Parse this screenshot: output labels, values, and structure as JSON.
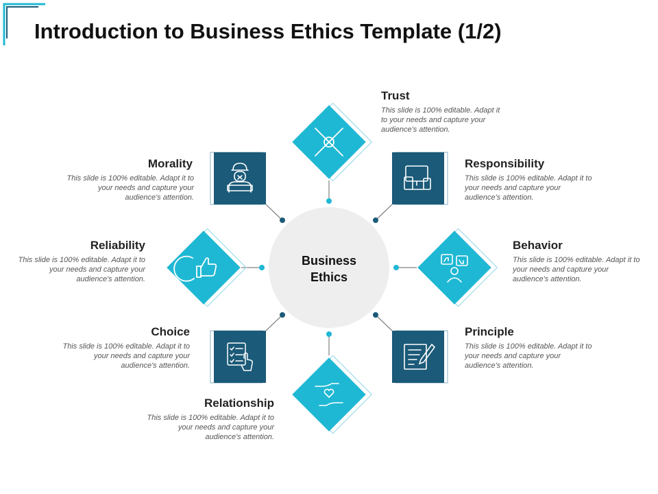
{
  "title": "Introduction to Business Ethics Template (1/2)",
  "hub": {
    "line1": "Business",
    "line2": "Ethics"
  },
  "colors": {
    "cyan": "#1fb8d4",
    "navy": "#1b5a78",
    "hub": "#eeeeee"
  },
  "items": {
    "trust": {
      "label": "Trust",
      "icon": "hands-stack-icon",
      "desc": "This slide is 100% editable. Adapt it to your needs and capture your audience's attention."
    },
    "responsibility": {
      "label": "Responsibility",
      "icon": "devices-icon",
      "desc": "This slide is 100% editable. Adapt it to your needs and capture your audience's attention."
    },
    "behavior": {
      "label": "Behavior",
      "icon": "thumbs-person-icon",
      "desc": "This slide is 100% editable. Adapt it to your needs and capture your audience's attention."
    },
    "principle": {
      "label": "Principle",
      "icon": "document-pen-icon",
      "desc": "This slide is 100% editable. Adapt it to your needs and capture your audience's attention."
    },
    "relationship": {
      "label": "Relationship",
      "icon": "hands-heart-icon",
      "desc": "This slide is 100% editable. Adapt it to your needs and capture your audience's attention."
    },
    "choice": {
      "label": "Choice",
      "icon": "checklist-hand-icon",
      "desc": "This slide is 100% editable. Adapt it to your needs and capture your audience's attention."
    },
    "reliability": {
      "label": "Reliability",
      "icon": "thumbs-up-icon",
      "desc": "This slide is 100% editable. Adapt it to your needs and capture your audience's attention."
    },
    "morality": {
      "label": "Morality",
      "icon": "person-icon",
      "desc": "This slide is 100% editable. Adapt it to your needs and capture your audience's attention."
    }
  }
}
